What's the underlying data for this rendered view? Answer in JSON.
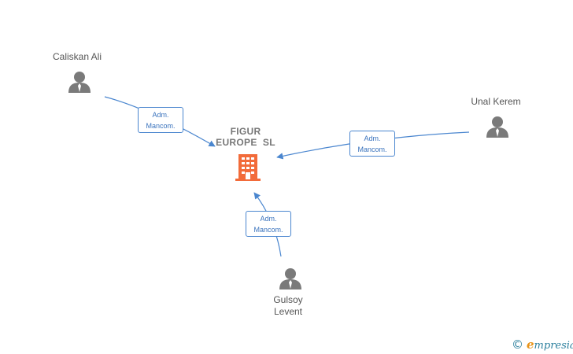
{
  "colors": {
    "edge": "#4a86cf",
    "person": "#7a7a7a",
    "company": "#f26b3a",
    "brand_teal": "#2b7f9d",
    "brand_orange": "#e8941a"
  },
  "company": {
    "name_line1": "FIGUR",
    "name_line2": "EUROPE  SL",
    "icon": "building-icon"
  },
  "people": [
    {
      "id": "caliskan",
      "name": "Caliskan Ali",
      "icon": "person-icon"
    },
    {
      "id": "unal",
      "name": "Unal Kerem",
      "icon": "person-icon"
    },
    {
      "id": "gulsoy",
      "name_line1": "Gulsoy",
      "name_line2": "Levent",
      "icon": "person-icon"
    }
  ],
  "relations": [
    {
      "from": "caliskan",
      "role_line1": "Adm.",
      "role_line2": "Mancom."
    },
    {
      "from": "unal",
      "role_line1": "Adm.",
      "role_line2": "Mancom."
    },
    {
      "from": "gulsoy",
      "role_line1": "Adm.",
      "role_line2": "Mancom."
    }
  ],
  "footer": {
    "copyright": "©",
    "brand_first": "e",
    "brand_rest": "mpresia"
  }
}
